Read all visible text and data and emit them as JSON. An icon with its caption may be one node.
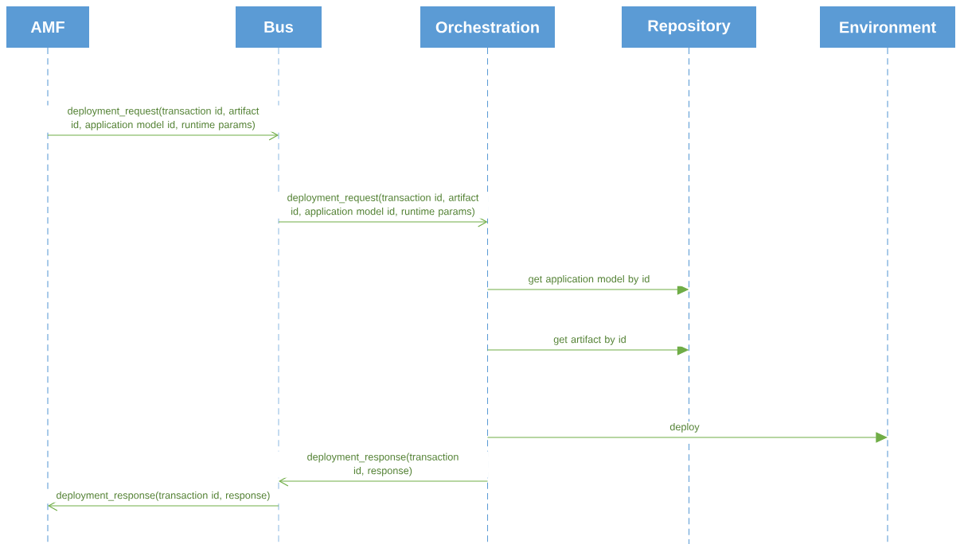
{
  "diagram": {
    "nodes": [
      {
        "text": [
          "AMF"
        ]
      },
      {
        "text": [
          "Bus"
        ]
      },
      {
        "text": [
          "Orchestration"
        ]
      },
      {
        "text": [
          "Repository"
        ]
      },
      {
        "text": [
          "Environment"
        ]
      }
    ],
    "edges": [
      {
        "from": 0,
        "to": 1,
        "arrow": "to",
        "label": "deployment_request(transaction id, artifact id, application model id, runtime params)"
      },
      {
        "from": 1,
        "to": 2,
        "arrow": "to",
        "label": "deployment_request(transaction id, artifact id, application model id, runtime params)"
      },
      {
        "from": 2,
        "to": 3,
        "arrow": "to",
        "label": "get application model by id"
      },
      {
        "from": 2,
        "to": 3,
        "arrow": "to",
        "label": "get artifact by id"
      },
      {
        "from": 2,
        "to": 4,
        "arrow": "to",
        "label": "deploy"
      },
      {
        "from": 2,
        "to": 1,
        "arrow": "to",
        "label": "deployment_response(transaction id, response)"
      },
      {
        "from": 1,
        "to": 0,
        "arrow": "to",
        "label": "deployment_response(transaction id, response)"
      }
    ]
  }
}
